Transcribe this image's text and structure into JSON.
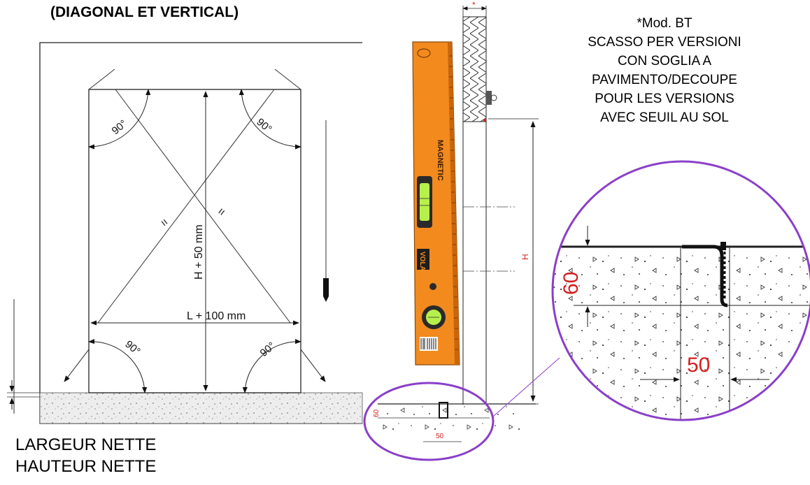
{
  "title": "(DIAGONAL ET VERTICAL)",
  "note": {
    "lines": [
      "*Mod. BT",
      "SCASSO PER VERSIONI",
      "CON SOGLIA A",
      "PAVIMENTO/DECOUPE",
      "POUR LES VERSIONS",
      "AVEC SEUIL AU SOL"
    ]
  },
  "labels": {
    "width_net": "LARGEUR NETTE",
    "height_net": "HAUTEUR NETTE"
  },
  "frame": {
    "width_dim": "L + 100 mm",
    "height_dim": "H + 50 mm",
    "angle": "90°",
    "equal_sign": "="
  },
  "section": {
    "height_mark": "H",
    "star_mark": "*",
    "small_60": "60",
    "small_50": "50"
  },
  "detail": {
    "dim_60": "60",
    "dim_50": "50"
  },
  "level": {
    "brand": "MAGNETIC",
    "maker": "VOLA"
  },
  "colors": {
    "level_orange": "#f28a1e",
    "circle_purple": "#8a3fc9",
    "dim_red": "#d42020",
    "line": "#222222"
  }
}
